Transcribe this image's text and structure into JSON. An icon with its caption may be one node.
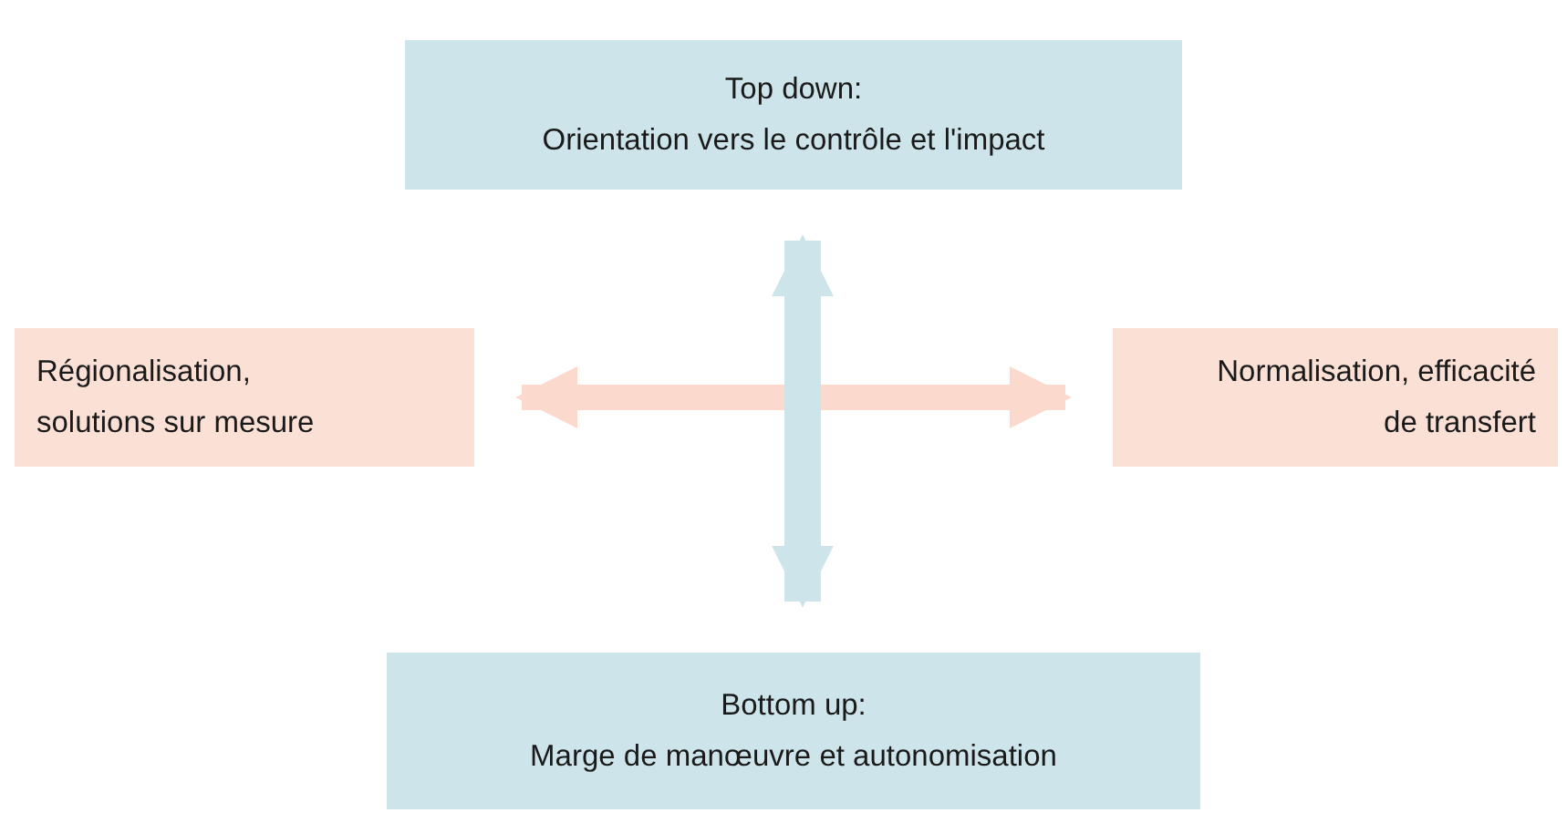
{
  "diagram": {
    "nodes": [
      {
        "text": [
          "Top down:",
          "Orientation vers le contrôle et l'impact"
        ]
      },
      {
        "text": [
          "Régionalisation, solutions sur mesure"
        ]
      },
      {
        "text": [
          "Normalisation, efficacité de transfert"
        ]
      },
      {
        "text": [
          "Bottom up:",
          "Marge de manœuvre et autonomisation"
        ]
      }
    ],
    "edges": [
      {
        "from": 1,
        "to": 2,
        "arrow": "both",
        "color": "#fbd9cd"
      },
      {
        "from": 0,
        "to": 3,
        "arrow": "both",
        "color": "#cde4ea"
      }
    ]
  }
}
